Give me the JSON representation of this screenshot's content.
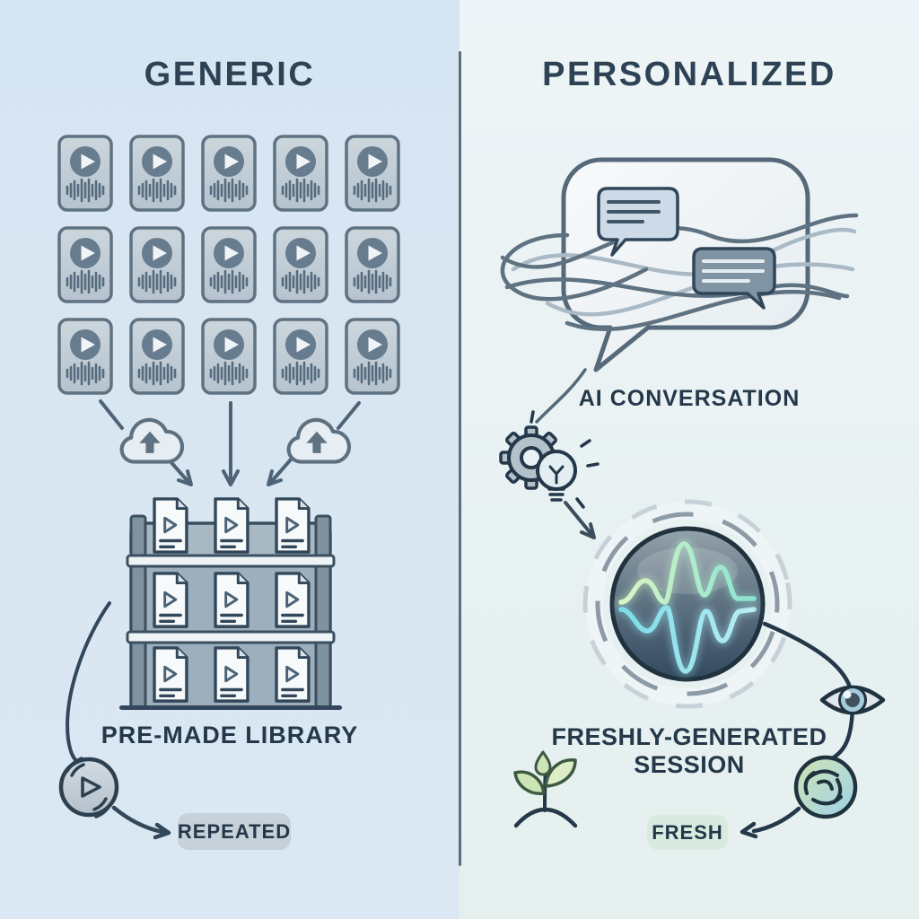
{
  "left_panel": {
    "title": "GENERIC",
    "media_card_count": 15,
    "upload_cloud_count": 2,
    "library": {
      "doc_count": 9,
      "label": "PRE-MADE LIBRARY"
    },
    "badge": {
      "label": "REPEATED"
    }
  },
  "right_panel": {
    "title": "PERSONALIZED",
    "conversation_label": "AI CONVERSATION",
    "session_label": {
      "line1": "FRESHLY-GENERATED",
      "line2": "SESSION"
    },
    "badge": {
      "label": "FRESH"
    }
  },
  "icons": {
    "left": [
      "play-icon",
      "waveform-icon",
      "upload-cloud-icon",
      "down-arrow-icon",
      "video-document-icon",
      "library-shelf-icon",
      "repeat-disc-icon",
      "curved-arrow-icon"
    ],
    "right": [
      "speech-bubble-icon",
      "chat-message-icon",
      "flow-lines-icon",
      "gear-icon",
      "lightbulb-icon",
      "waveform-orb-icon",
      "eye-icon",
      "swirl-icon",
      "sprout-icon",
      "arrow-icon"
    ]
  },
  "colors": {
    "left-bg": "#d8e6f2",
    "right-bg-top": "#eef4f7",
    "right-bg-bottom": "#e4efee",
    "divider": "#5c6e7c",
    "ink": "#24384a",
    "title-ink": "#2d4355",
    "card-fill": "#c3cdd5",
    "card-border": "#5f7282",
    "repeated-badge-bg": "#c6d1da",
    "fresh-badge-bg": "#d9ebe0",
    "wave-green": "#9fe8c5",
    "wave-cyan": "#7edce8"
  }
}
